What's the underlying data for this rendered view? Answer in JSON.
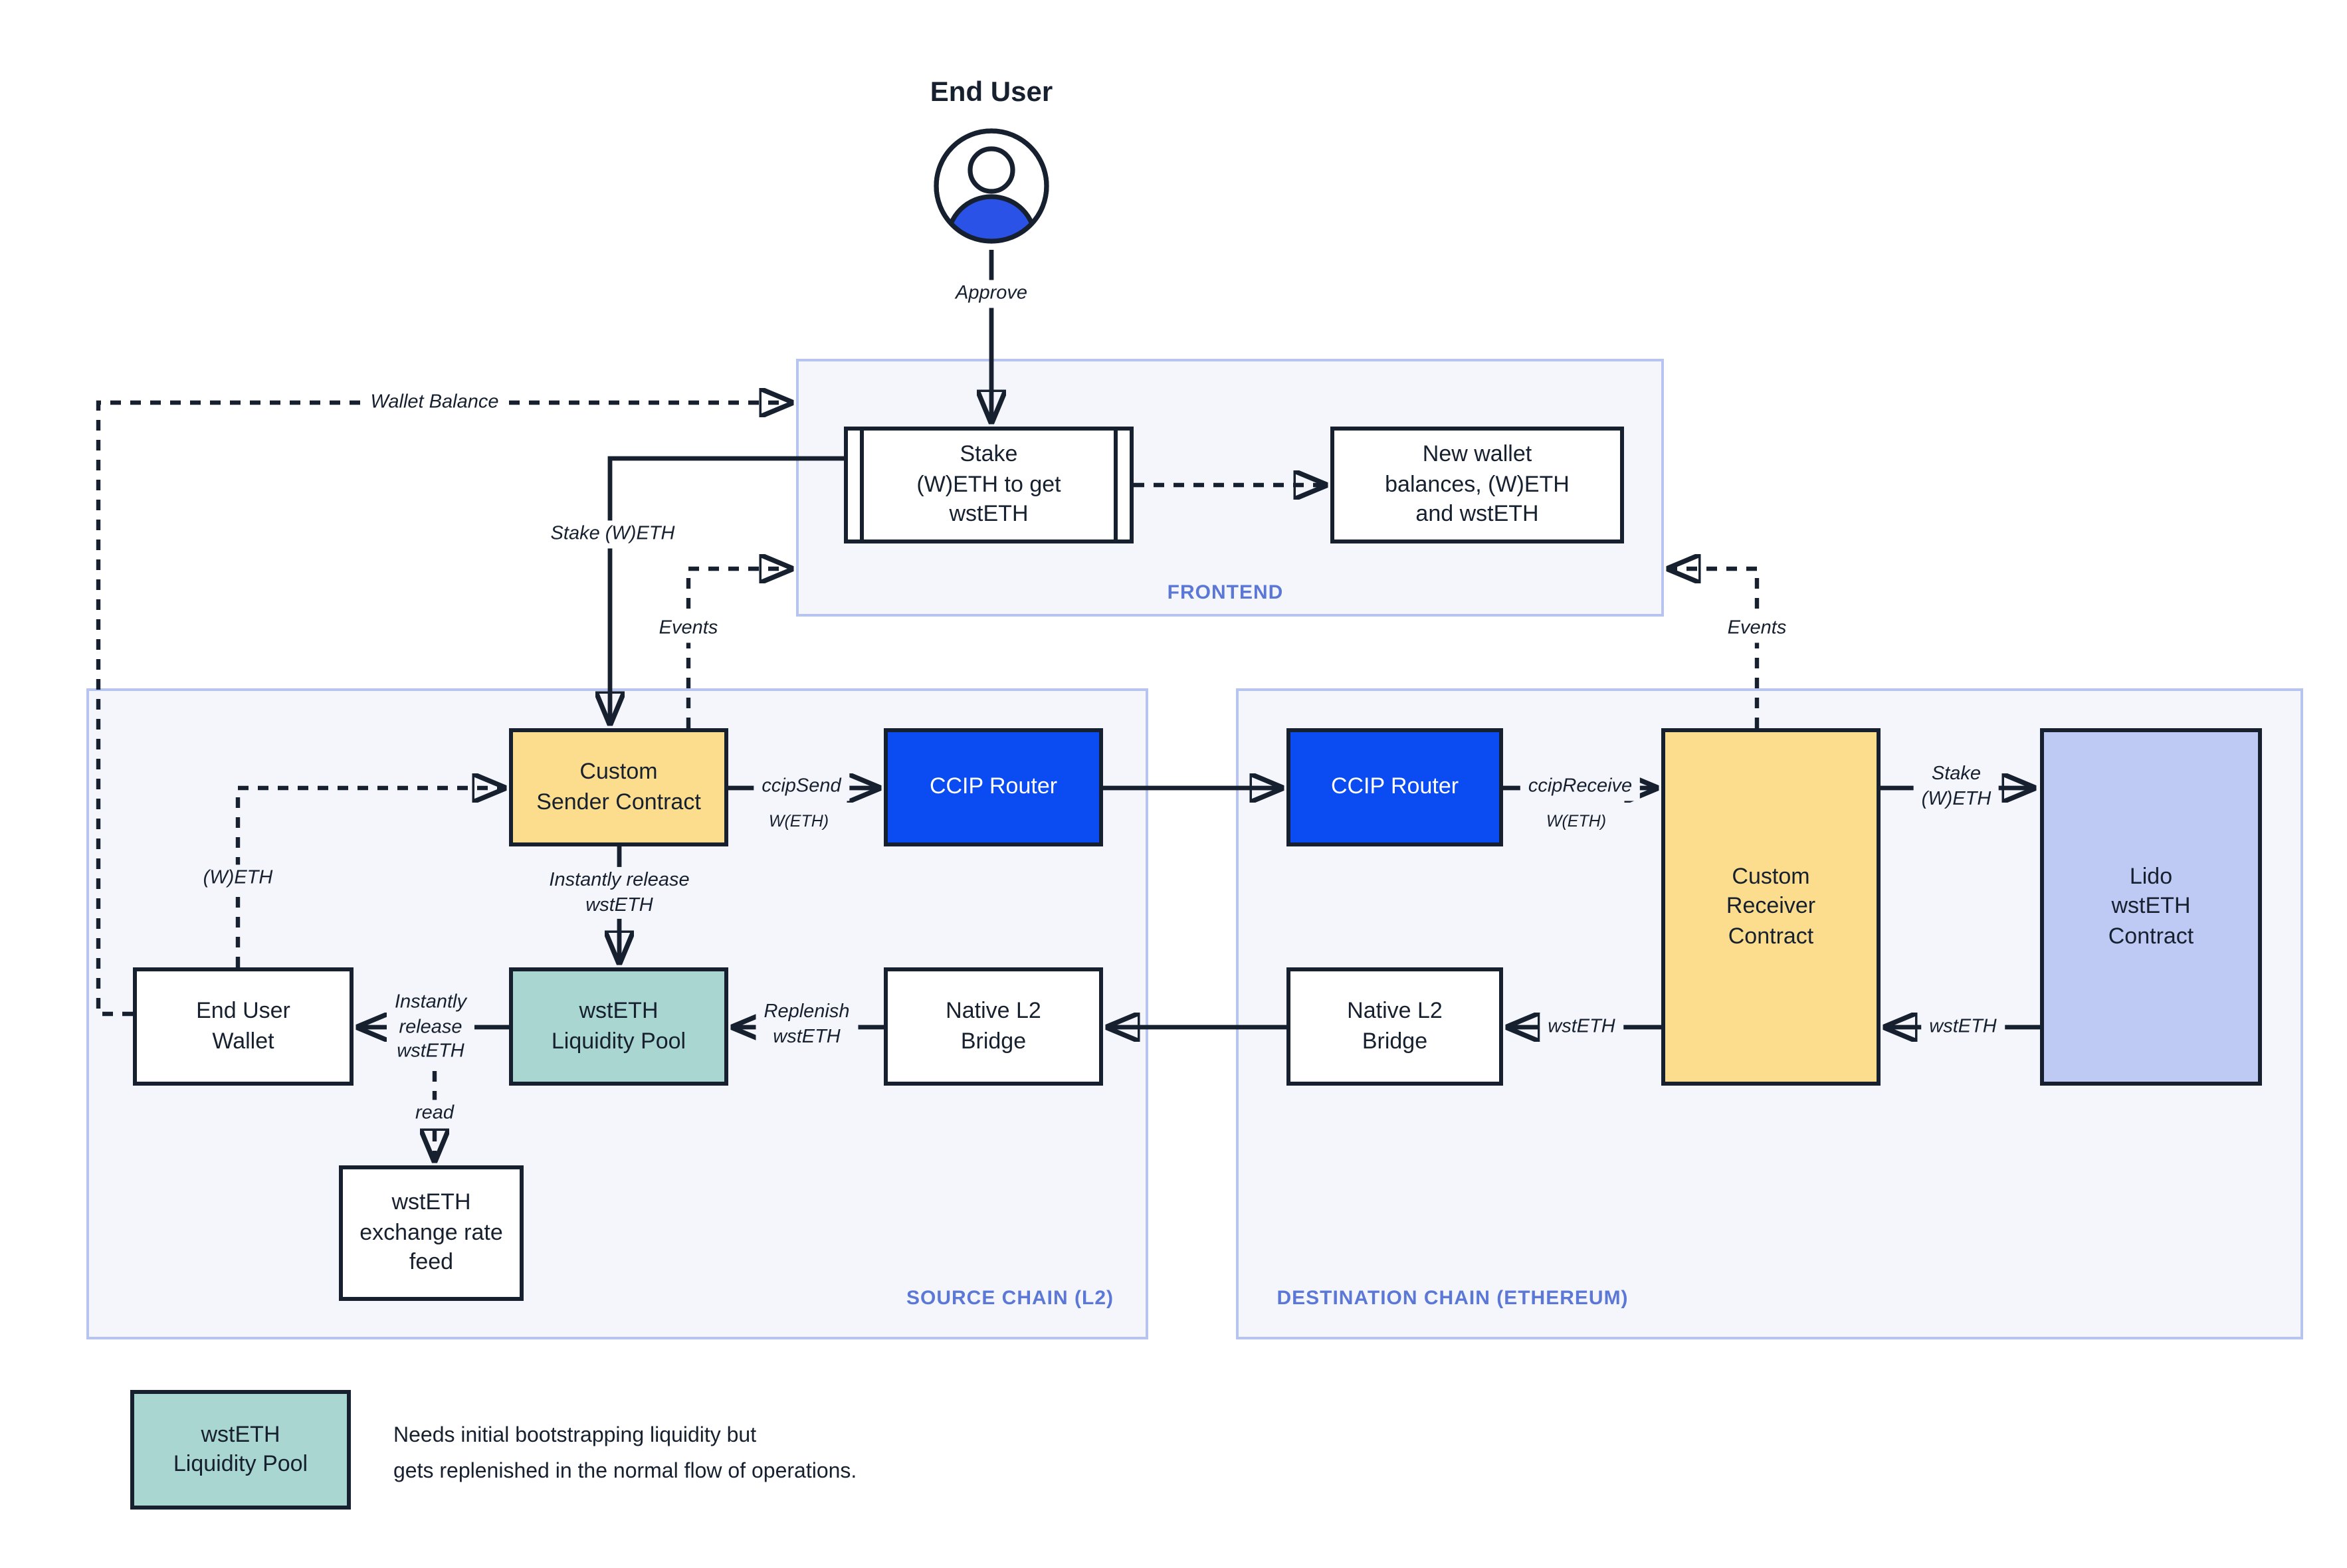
{
  "title": "End User",
  "colors": {
    "ink": "#16202F",
    "accent_blue": "#0B4BF2",
    "person_blue": "#2B52E7",
    "yellow": "#FBDD8D",
    "teal": "#A9D6D0",
    "lavender": "#BEC9F4",
    "panel_fill": "#F4F6FC",
    "panel_border": "#B7C4F0",
    "label_blue": "#5C78D6"
  },
  "frontend": {
    "label": "FRONTEND",
    "stake_box": "Stake\n(W)ETH to get\nwstETH",
    "new_wallet_box": "New wallet\nbalances, (W)ETH\nand wstETH"
  },
  "source_chain": {
    "label": "SOURCE CHAIN (L2)",
    "custom_sender": "Custom\nSender Contract",
    "ccip_router": "CCIP Router",
    "end_user_wallet": "End User\nWallet",
    "liquidity_pool": "wstETH\nLiquidity Pool",
    "native_bridge": "Native L2\nBridge",
    "rate_feed": "wstETH\nexchange rate\nfeed"
  },
  "destination_chain": {
    "label": "DESTINATION CHAIN (ETHEREUM)",
    "ccip_router": "CCIP Router",
    "custom_receiver": "Custom\nReceiver\nContract",
    "native_bridge": "Native L2\nBridge",
    "lido_contract": "Lido\nwstETH\nContract"
  },
  "edges": {
    "approve": "Approve",
    "wallet_balance": "Wallet Balance",
    "stake_weth": "Stake (W)ETH",
    "events_left": "Events",
    "events_right": "Events",
    "ccip_send": "ccipSend",
    "ccip_send_asset": "W(ETH)",
    "ccip_receive": "ccipReceive",
    "ccip_receive_asset": "W(ETH)",
    "instantly_release_vertical": "Instantly release\nwstETH",
    "instantly_release_horizontal": "Instantly\nrelease\nwstETH",
    "replenish": "Replenish\nwstETH",
    "weth": "(W)ETH",
    "read": "read",
    "wsteth_to_receiver": "wstETH",
    "wsteth_to_bridge": "wstETH",
    "stake_weth_right": "Stake\n(W)ETH"
  },
  "legend": {
    "box_label": "wstETH\nLiquidity Pool",
    "note": "Needs initial bootstrapping liquidity but\ngets replenished in the normal flow of operations."
  }
}
